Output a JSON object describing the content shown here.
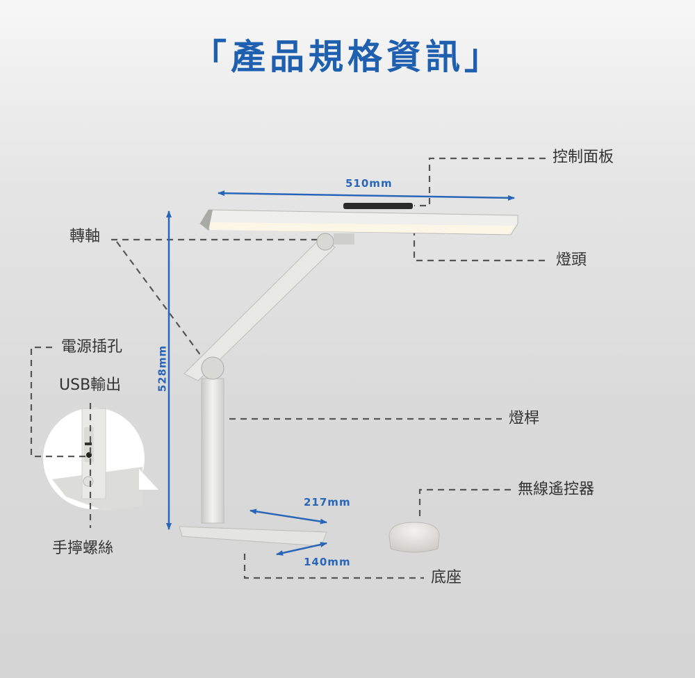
{
  "title": "「產品規格資訊」",
  "labels": {
    "control_panel": "控制面板",
    "pivot": "轉軸",
    "lamp_head": "燈頭",
    "power_jack": "電源插孔",
    "usb_output": "USB輸出",
    "lamp_pole": "燈桿",
    "remote": "無線遙控器",
    "thumb_screw": "手擰螺絲",
    "base": "底座"
  },
  "dimensions": {
    "head_width": "510mm",
    "height": "528mm",
    "base_length": "217mm",
    "base_width": "140mm"
  },
  "colors": {
    "accent": "#1f5fb0",
    "dimension": "#2a66b8",
    "leader": "#555555"
  }
}
